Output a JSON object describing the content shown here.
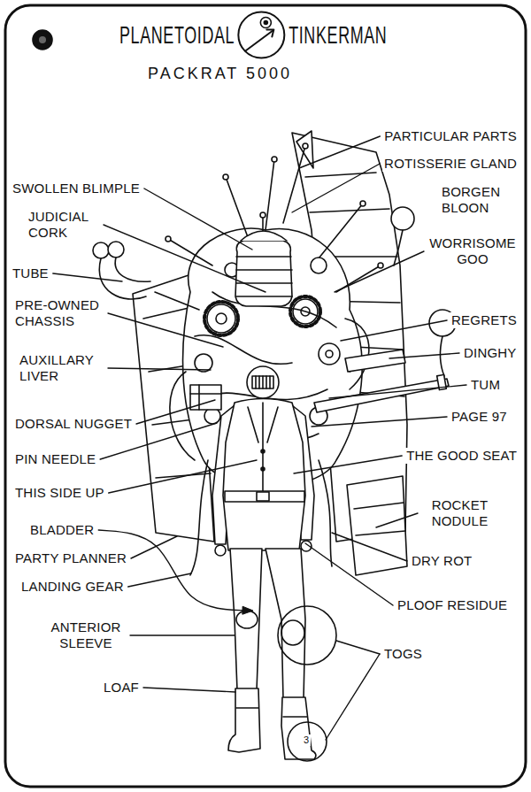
{
  "diagram": {
    "title": "PLANETOIDAL TINKERMAN",
    "labels": [
      "PACKRAT 5000",
      "PARTICULAR PARTS",
      "ROTISSERIE GLAND",
      "SWOLLEN BLIMPLE",
      "BORGEN BLOON",
      "JUDICIAL CORK",
      "WORRISOME GOO",
      "TUBE",
      "PRE-OWNED CHASSIS",
      "REGRETS",
      "AUXILLARY LIVER",
      "DINGHY",
      "TUM",
      "DORSAL NUGGET",
      "PAGE 97",
      "PIN NEEDLE",
      "THE GOOD SEAT",
      "THIS SIDE UP",
      "ROCKET NODULE",
      "BLADDER",
      "PARTY PLANNER",
      "DRY ROT",
      "LANDING GEAR",
      "PLOOF RESIDUE",
      "ANTERIOR SLEEVE",
      "TOGS",
      "LOAF",
      "3"
    ]
  }
}
